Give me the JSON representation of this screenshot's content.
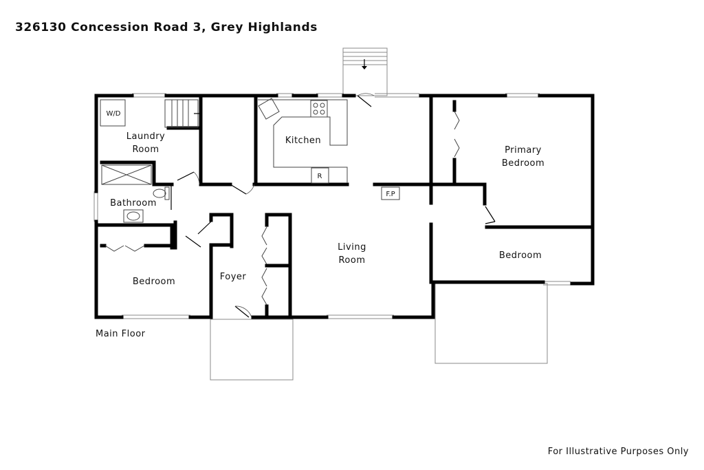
{
  "header": {
    "address": "326130 Concession Road 3, Grey Highlands"
  },
  "floor": {
    "name": "Main Floor"
  },
  "footer": {
    "disclaimer": "For Illustrative Purposes Only"
  },
  "rooms": {
    "laundry_line1": "Laundry",
    "laundry_line2": "Room",
    "kitchen": "Kitchen",
    "primary_line1": "Primary",
    "primary_line2": "Bedroom",
    "bathroom": "Bathroom",
    "living_line1": "Living",
    "living_line2": "Room",
    "bedroom_left": "Bedroom",
    "foyer": "Foyer",
    "bedroom_right": "Bedroom"
  },
  "fixtures": {
    "washer_dryer": "W/D",
    "refrigerator": "R",
    "fireplace": "F.P"
  },
  "colors": {
    "walls": "#000000",
    "background": "#ffffff",
    "text": "#111111"
  }
}
